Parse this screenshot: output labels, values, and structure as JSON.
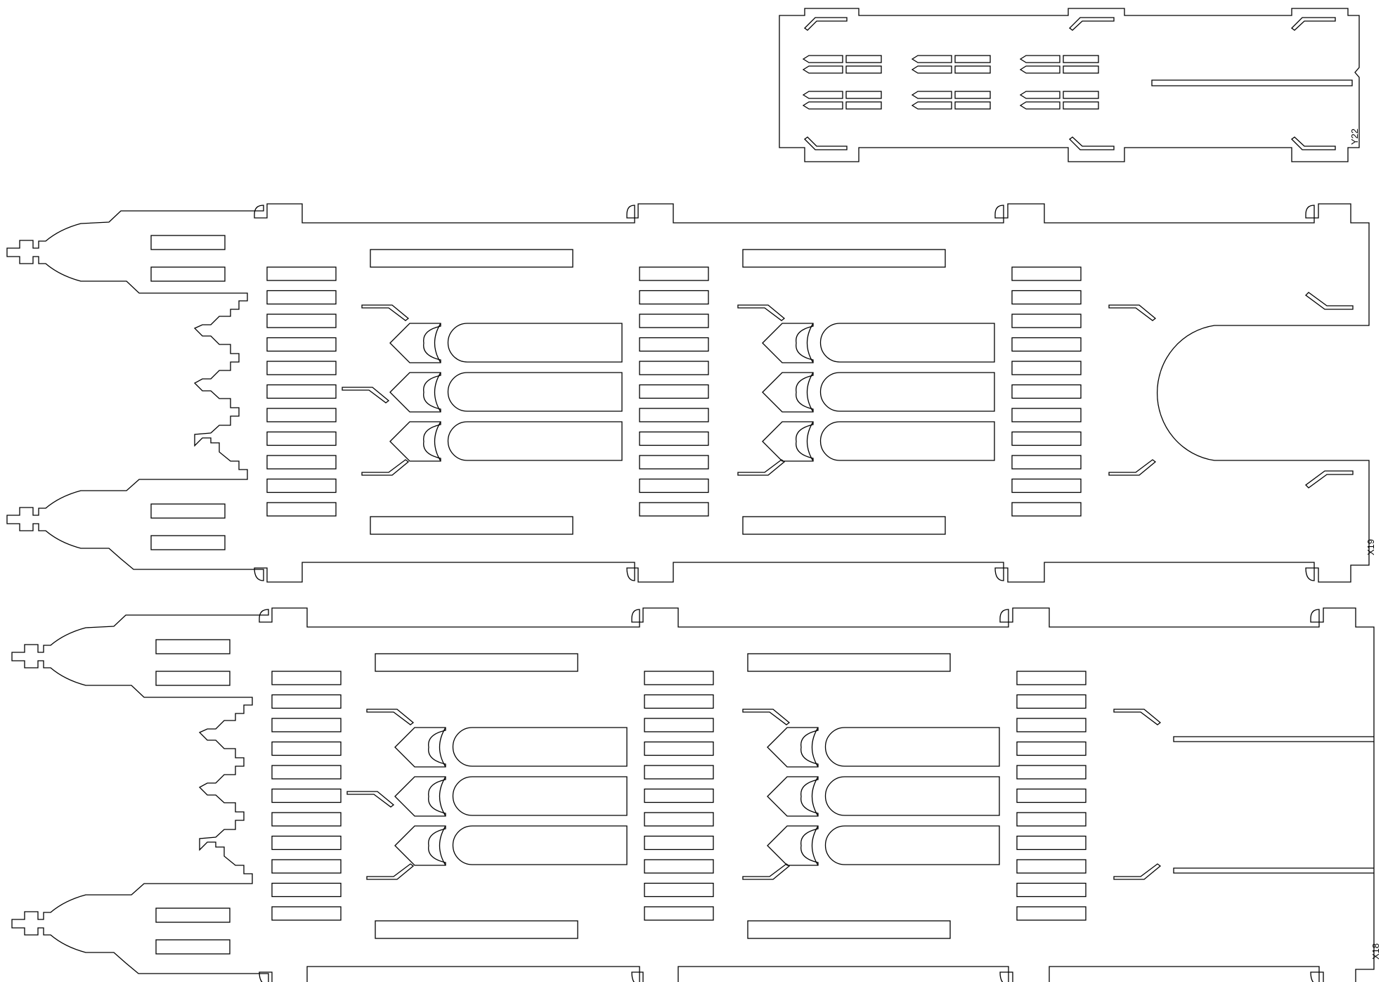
{
  "parts": {
    "y22": {
      "label": "Y22"
    },
    "x19": {
      "label": "X19"
    },
    "x18": {
      "label": "X18"
    }
  }
}
